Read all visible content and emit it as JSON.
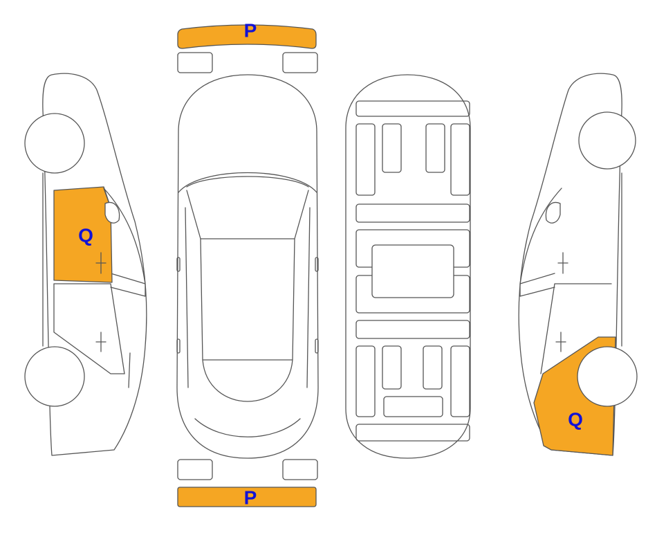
{
  "colors": {
    "highlight": "#F5A623",
    "label": "#1212D6",
    "outline": "#555555",
    "background": "#ffffff"
  },
  "labels": {
    "front_bumper": "P",
    "rear_bumper": "P",
    "left_side_door": "Q",
    "right_side_quarter": "Q"
  },
  "highlighted_parts": [
    "front_bumper",
    "rear_bumper",
    "left_side_door",
    "right_side_quarter"
  ]
}
